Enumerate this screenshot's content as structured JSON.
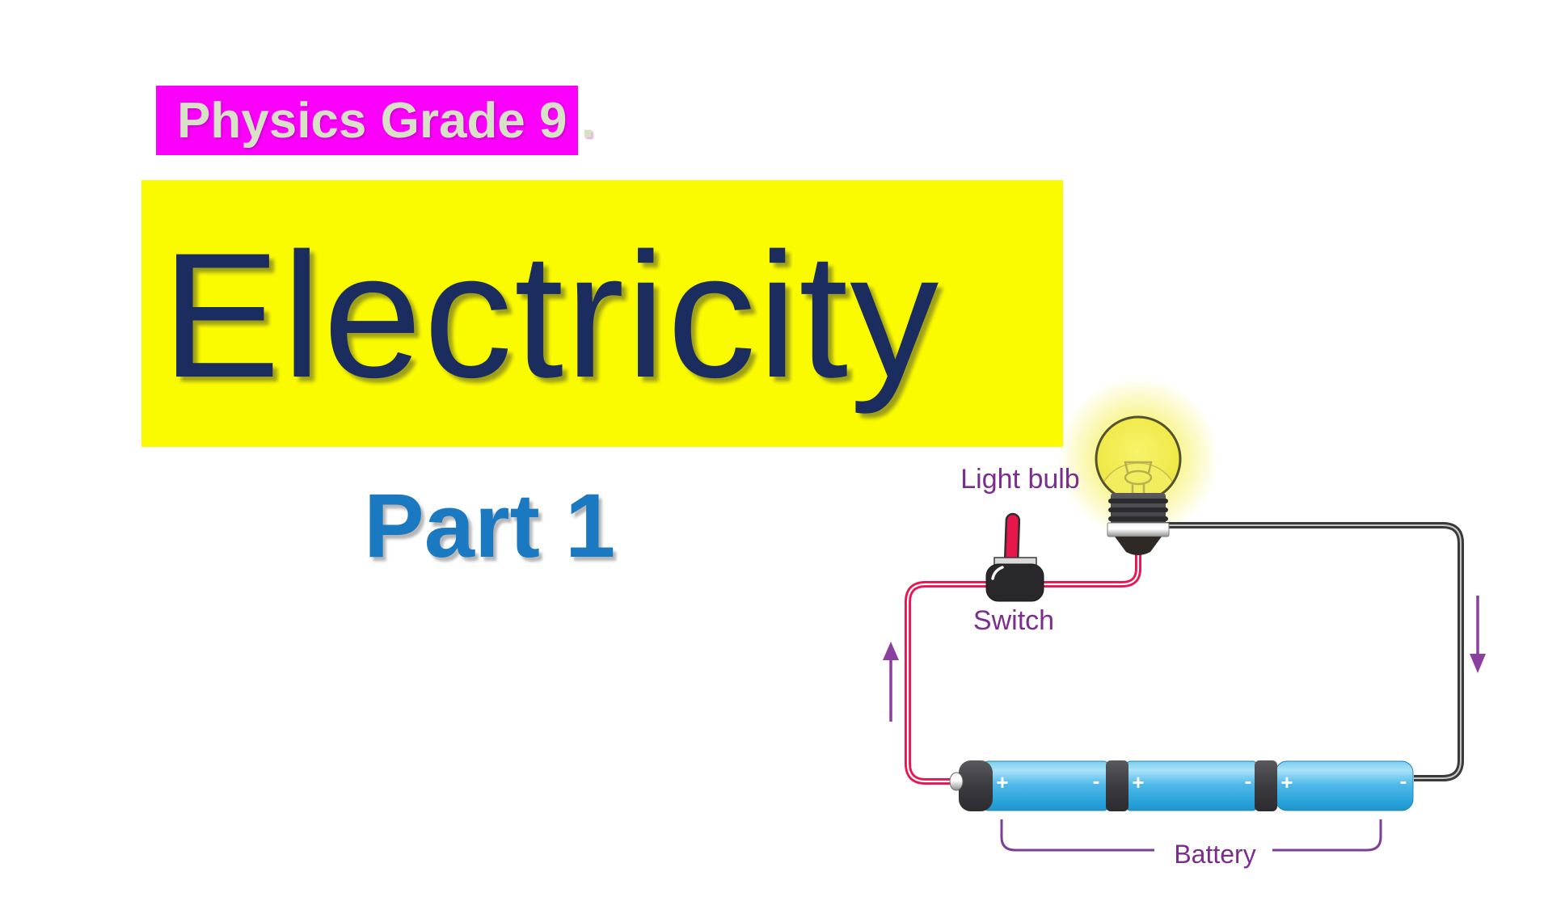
{
  "slide": {
    "badge": {
      "text": "Physics Grade 9 ."
    },
    "title": {
      "text": "Electricity"
    },
    "subtitle": {
      "text": "Part 1"
    }
  },
  "diagram": {
    "light_bulb_label": "Light bulb",
    "switch_label": "Switch",
    "battery_label": "Battery",
    "battery_cells": [
      {
        "positive": "+",
        "negative": "-"
      },
      {
        "positive": "+",
        "negative": "-"
      },
      {
        "positive": "+",
        "negative": "-"
      }
    ],
    "icons": {
      "light-bulb-icon": "glowing incandescent bulb with screw base",
      "toggle-switch-icon": "black switch body with red lever",
      "battery-icon": "three blue cells in series",
      "current-arrow-up-icon": "purple arrow pointing up",
      "current-arrow-down-icon": "purple arrow pointing down"
    },
    "colors": {
      "badge_magenta": "#FB00FB",
      "badge_text": "#D7E1C6",
      "title_highlight": "#FBFB00",
      "title_navy": "#1B2C5F",
      "subtitle_blue": "#1B79C1",
      "label_purple": "#7B2D8E",
      "arrow_purple": "#8B3F9E",
      "wire_red": "#EA1550",
      "wire_dark": "#3A3A3A",
      "battery_blue": "#45B4E7",
      "bulb_yellow": "#F1EC4B"
    }
  }
}
